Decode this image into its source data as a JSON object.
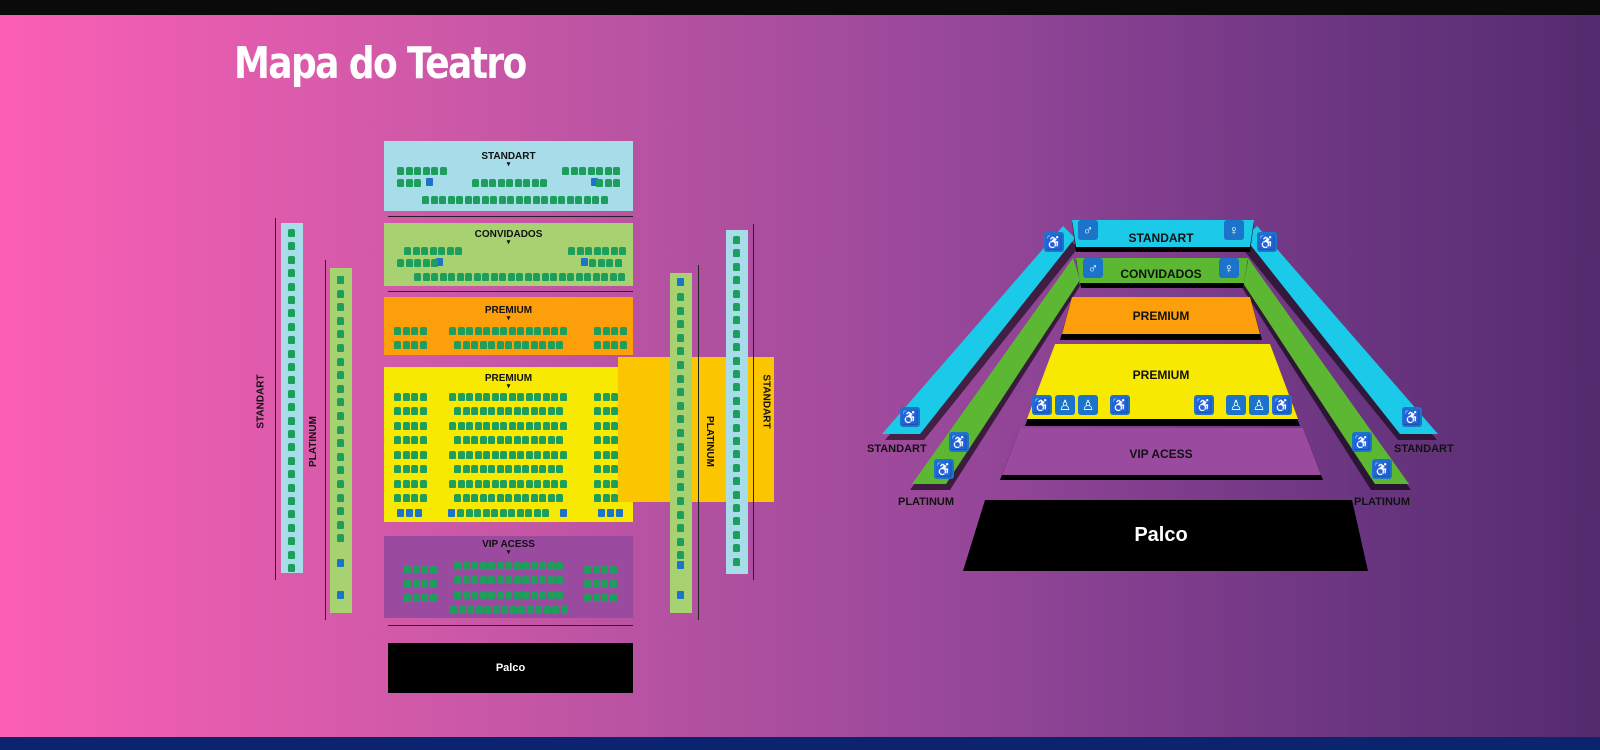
{
  "page": {
    "title": "Mapa do Teatro"
  },
  "flat_map": {
    "standart": "STANDART",
    "convidados": "CONVIDADOS",
    "premium_top": "PREMIUM",
    "premium_main": "PREMIUM",
    "vip": "VIP ACESS",
    "palco": "Palco",
    "left_outer": "STANDART",
    "left_inner": "PLATINUM",
    "right_inner": "PLATINUM",
    "right_outer": "STANDART"
  },
  "map_3d": {
    "standart": "STANDART",
    "convidados": "CONVIDADOS",
    "premium_top": "PREMIUM",
    "premium_main": "PREMIUM",
    "vip": "VIP ACESS",
    "palco": "Palco",
    "left_standart": "STANDART",
    "left_platinum": "PLATINUM",
    "right_standart": "STANDART",
    "right_platinum": "PLATINUM"
  },
  "icons": {
    "accessible": "wheelchair-icon",
    "toilet": "person-icon"
  },
  "colors": {
    "standart": "#a6dde9",
    "convidados": "#a8d271",
    "premium_orange": "#fd9f0a",
    "premium_yellow": "#f7ea00",
    "vip": "#9a4ba0",
    "seat": "#1e9e5c",
    "accessible": "#1b74c9",
    "standart_3d": "#1bc9e8",
    "platinum_3d": "#5cb832"
  }
}
